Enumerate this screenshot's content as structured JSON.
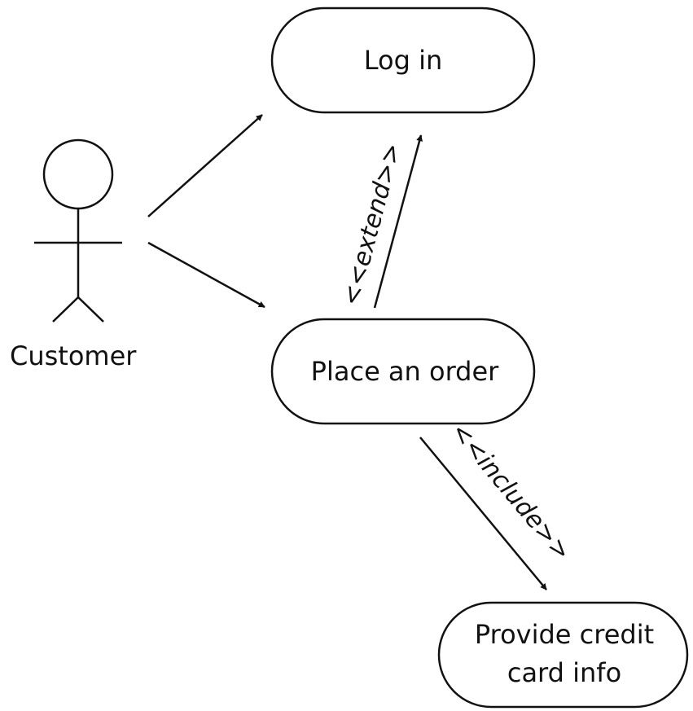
{
  "actor": {
    "label": "Customer"
  },
  "use_cases": [
    {
      "id": "login",
      "lines": [
        "Log in"
      ]
    },
    {
      "id": "place-order",
      "lines": [
        "Place an order"
      ]
    },
    {
      "id": "provide-credit",
      "lines": [
        "Provide credit",
        "card info"
      ]
    }
  ],
  "relations": [
    {
      "from": "actor",
      "to": "login",
      "label": ""
    },
    {
      "from": "actor",
      "to": "place-order",
      "label": ""
    },
    {
      "from": "place-order",
      "to": "login",
      "label": "<<extend>>"
    },
    {
      "from": "place-order",
      "to": "provide-credit",
      "label": "<<include>>"
    }
  ]
}
